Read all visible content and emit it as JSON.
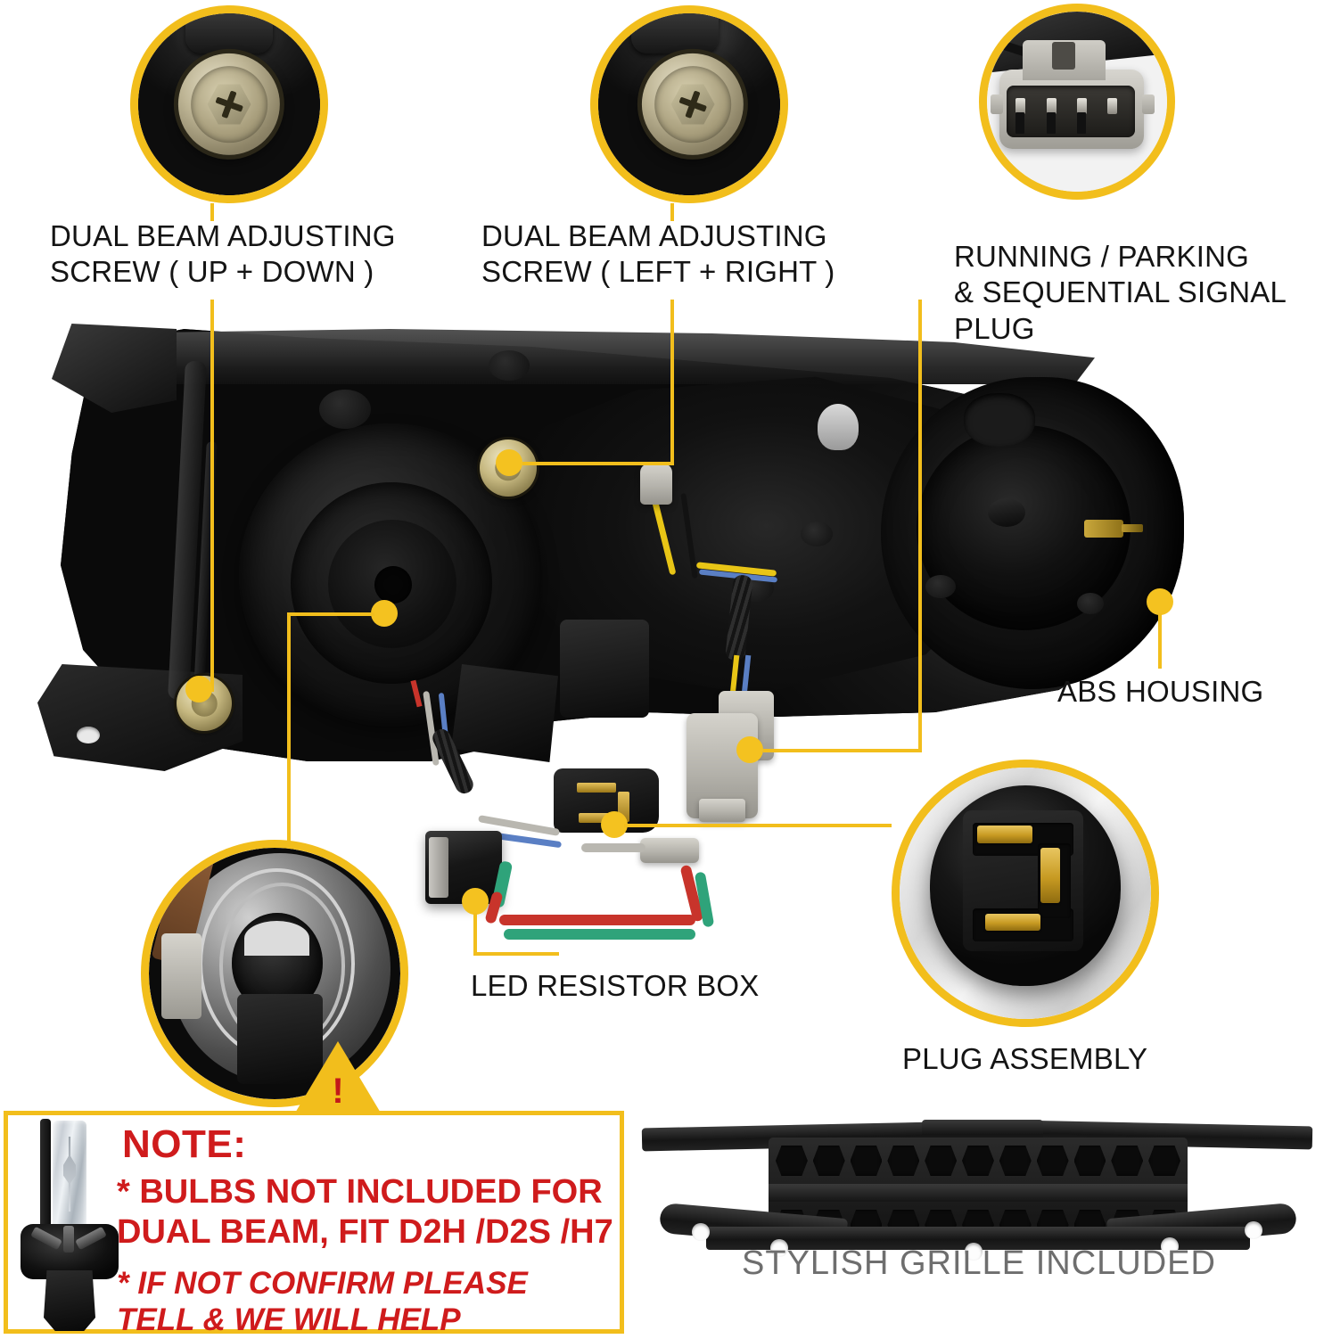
{
  "labels": {
    "adjust_up_down": "DUAL BEAM ADJUSTING\nSCREW ( UP + DOWN )",
    "adjust_left_right": "DUAL BEAM ADJUSTING\nSCREW ( LEFT + RIGHT )",
    "running_parking_plug": "RUNNING / PARKING\n& SEQUENTIAL SIGNAL\nPLUG",
    "abs_housing": "ABS HOUSING",
    "led_resistor_box": "LED RESISTOR BOX",
    "plug_assembly": "PLUG ASSEMBLY"
  },
  "note": {
    "title": "NOTE:",
    "line1": "* BULBS NOT INCLUDED FOR\n  DUAL BEAM, FIT D2H /D2S /H7",
    "line2": "* IF NOT CONFIRM PLEASE\n  TELL & WE WILL HELP",
    "warning_glyph": "!"
  },
  "grille": {
    "caption": "STYLISH GRILLE INCLUDED"
  },
  "callouts": [
    {
      "id": "screw-up-down",
      "icon": "adjusting-screw-closeup-icon"
    },
    {
      "id": "screw-left-right",
      "icon": "adjusting-screw-closeup-icon"
    },
    {
      "id": "signal-plug",
      "icon": "connector-plug-closeup-icon"
    },
    {
      "id": "bulb-socket",
      "icon": "bulb-socket-closeup-icon"
    },
    {
      "id": "plug-assembly",
      "icon": "bulb-socket-terminal-closeup-icon"
    }
  ],
  "colors": {
    "accent_yellow": "#F2BE1C",
    "note_red": "#CF1B1C",
    "caption_gray": "#6E6E6E",
    "background": "#FFFFFF"
  }
}
